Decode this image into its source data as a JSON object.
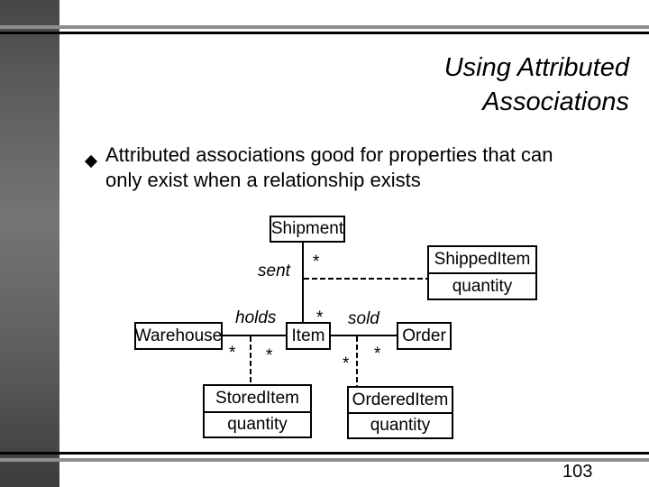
{
  "slide": {
    "title": {
      "line1": "Using Attributed",
      "line2": "Associations"
    },
    "bullet": {
      "icon": "black-diamond",
      "line1": "Attributed associations good for properties that can",
      "line2": "only exist when a relationship exists"
    },
    "page_number": "103"
  },
  "diagram": {
    "nodes": {
      "shipment": {
        "name": "Shipment"
      },
      "warehouse": {
        "name": "Warehouse"
      },
      "item": {
        "name": "Item"
      },
      "order": {
        "name": "Order"
      },
      "shippedItem": {
        "name": "ShippedItem",
        "attribute": "quantity"
      },
      "storedItem": {
        "name": "StoredItem",
        "attribute": "quantity"
      },
      "orderedItem": {
        "name": "OrderedItem",
        "attribute": "quantity"
      }
    },
    "labels": {
      "sent": "sent",
      "holds": "holds",
      "sold": "sold"
    },
    "multiplicities": {
      "sent_shipment": "*",
      "sent_item": "*",
      "holds_warehouse": "*",
      "holds_item": "*",
      "sold_item": "*",
      "sold_order": "*"
    }
  },
  "colors": {
    "background": "#ffffff",
    "text": "#000000",
    "box_border": "#000000",
    "rule_gray": "#8e8e8e",
    "rule_black": "#000000",
    "accent_bar_dark": "#3c3c3c",
    "accent_bar_light": "#757575"
  }
}
